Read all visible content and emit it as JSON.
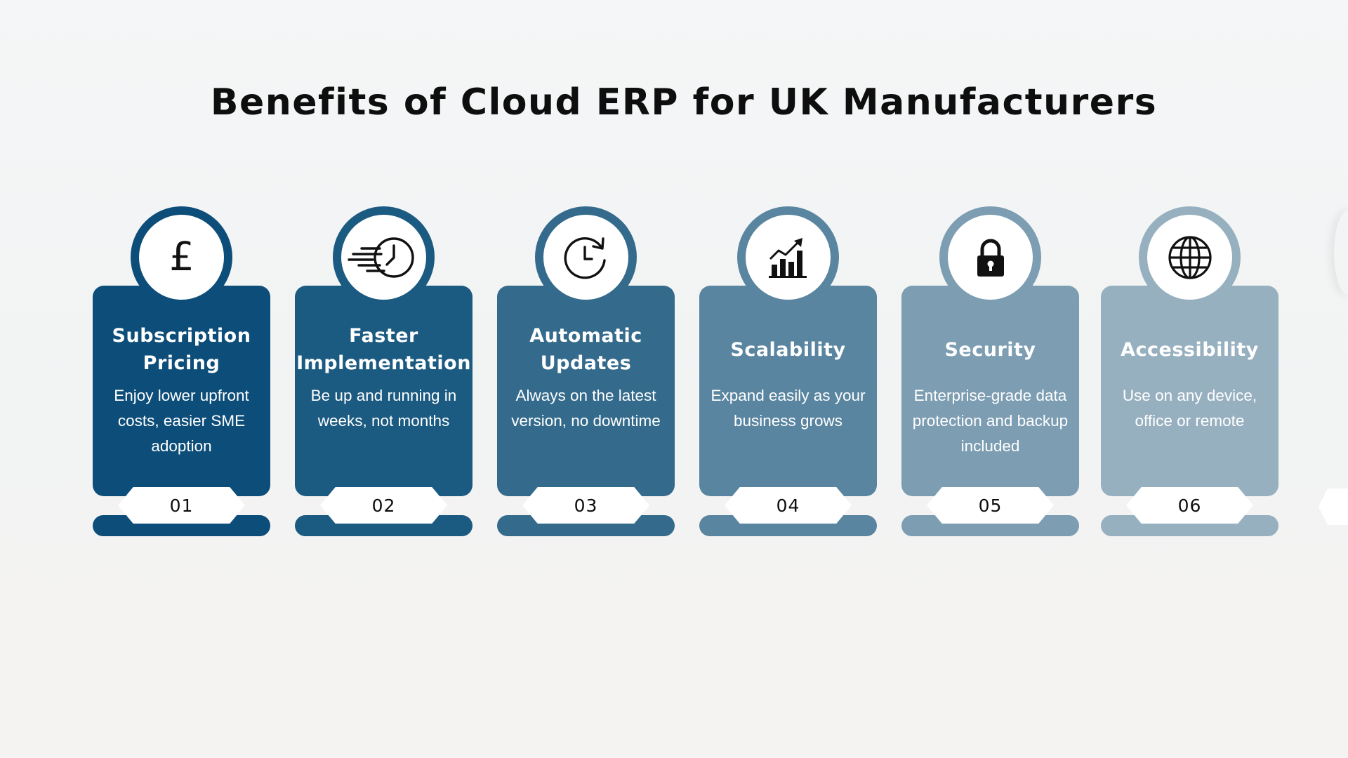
{
  "title": "Benefits of Cloud ERP for UK Manufacturers",
  "cards": [
    {
      "heading": "Subscription Pricing",
      "description": "Enjoy lower upfront costs, easier SME adoption",
      "number": "01",
      "icon": "pound-icon",
      "color": "#0c4d79"
    },
    {
      "heading": "Faster Implementation",
      "description": "Be up and running in weeks, not months",
      "number": "02",
      "icon": "fast-clock-icon",
      "color": "#1b5a81"
    },
    {
      "heading": "Automatic Updates",
      "description": "Always on the latest version, no downtime",
      "number": "03",
      "icon": "refresh-clock-icon",
      "color": "#346b8c"
    },
    {
      "heading": "Scalability",
      "description": "Expand easily as your business grows",
      "number": "04",
      "icon": "growth-chart-icon",
      "color": "#5985a0"
    },
    {
      "heading": "Security",
      "description": "Enterprise-grade data protection and backup included",
      "number": "05",
      "icon": "lock-icon",
      "color": "#7c9db2"
    },
    {
      "heading": "Accessibility",
      "description": "Use on any device, office or remote",
      "number": "06",
      "icon": "globe-icon",
      "color": "#97b0c0"
    }
  ]
}
